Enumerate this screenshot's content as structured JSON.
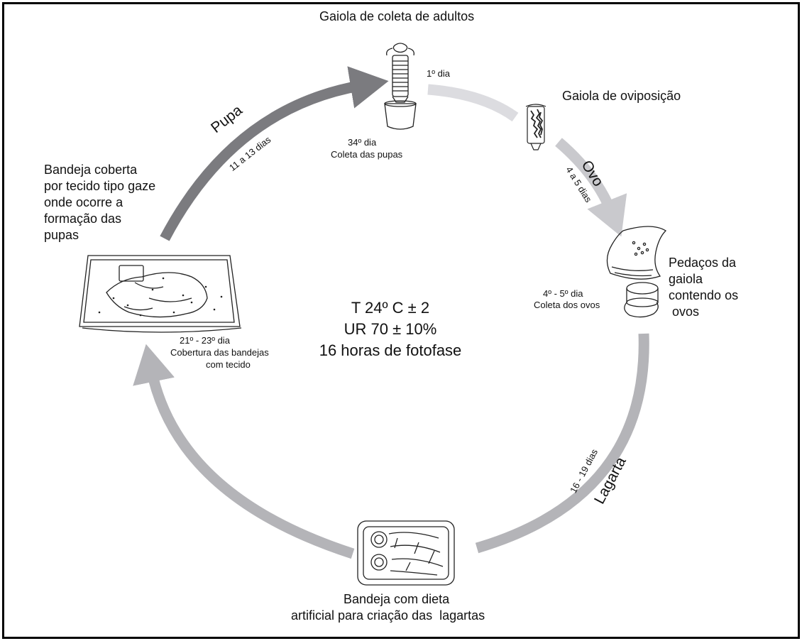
{
  "colors": {
    "arrow_dark": "#7b7b7f",
    "arrow_mid": "#b4b4b8",
    "arrow_light": "#dcdce0",
    "ink": "#222222",
    "frame": "#000000"
  },
  "stages": {
    "pupa": {
      "name": "Pupa",
      "duration": "11 a 13 dias"
    },
    "ovo": {
      "name": "Ovo",
      "duration": "4 a 5 dias"
    },
    "lagarta": {
      "name": "Lagarta",
      "duration": "16 - 19 dias"
    }
  },
  "nodes": {
    "adult_cage": {
      "title": "Gaiola de coleta de adultos",
      "day_top": "1º dia",
      "day": "34º dia",
      "note": "Coleta das pupas"
    },
    "oviposition_cage": {
      "title": "Gaiola de oviposição"
    },
    "egg_pieces": {
      "title_lines": [
        "Pedaços da",
        "gaiola",
        "contendo os",
        " ovos"
      ],
      "day": "4º - 5º dia",
      "note": "Coleta dos ovos"
    },
    "diet_tray": {
      "title_lines": [
        "Bandeja com dieta",
        "artificial para criação das  lagartas"
      ]
    },
    "covered_tray": {
      "title_lines": [
        "Bandeja coberta",
        "por tecido tipo gaze",
        "onde ocorre a",
        "formação das",
        "pupas"
      ],
      "day": "21º - 23º dia",
      "note_lines": [
        "Cobertura das bandejas",
        "com tecido"
      ]
    }
  },
  "conditions": [
    "T 24º C ± 2",
    "UR 70 ± 10%",
    "16 horas de fotofase"
  ]
}
